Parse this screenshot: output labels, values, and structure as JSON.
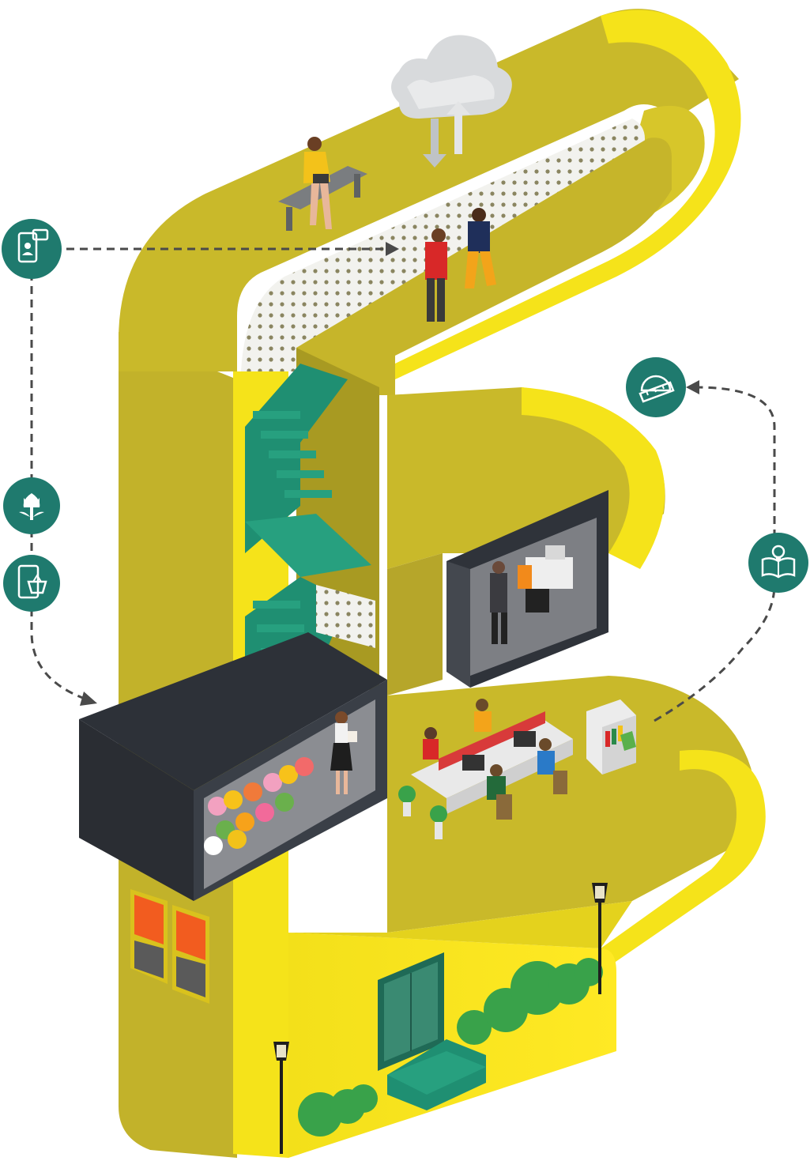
{
  "colors": {
    "yellow_top": "#c9b92a",
    "yellow_side": "#f5e31a",
    "yellow_dark": "#a89a1f",
    "teal": "#1f7a6e",
    "stair_green": "#1f8f72",
    "box_dark": "#3a3f47",
    "window_orange": "#f25c1f",
    "bush": "#39a24a",
    "arrow": "#4a4a4a"
  },
  "icons": [
    {
      "id": "mobile-chat",
      "name": "mobile-chat-icon"
    },
    {
      "id": "flower",
      "name": "flower-icon"
    },
    {
      "id": "mobile-shop",
      "name": "mobile-shopping-basket-icon"
    },
    {
      "id": "ruler-protractor",
      "name": "ruler-protractor-icon"
    },
    {
      "id": "book-idea",
      "name": "book-lightbulb-icon"
    }
  ],
  "scenes": [
    "cloud-sync",
    "person-on-bench-with-tablet",
    "two-people-meeting",
    "green-staircase",
    "flower-shop",
    "office-room",
    "open-office-team",
    "bookshelf",
    "street-lamps",
    "entrance-doors",
    "bushes"
  ]
}
